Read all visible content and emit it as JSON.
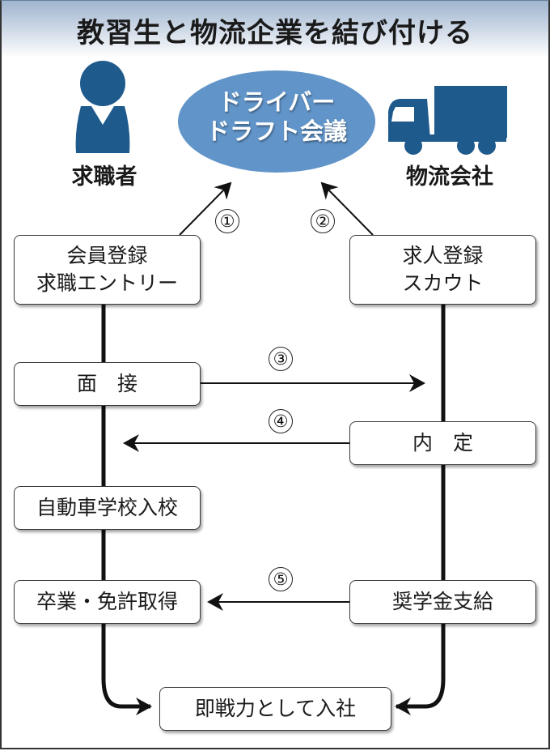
{
  "title": "教習生と物流企業を結び付ける",
  "colors": {
    "icon_blue": "#1f5a8c",
    "ellipse_blue": "#6194c8",
    "line": "#111111"
  },
  "actors": {
    "job_seeker": {
      "label": "求職者",
      "icon": "person-icon"
    },
    "logistics_company": {
      "label": "物流会社",
      "icon": "truck-icon"
    }
  },
  "center": {
    "line1": "ドライバー",
    "line2": "ドラフト会議"
  },
  "steps": {
    "left": [
      {
        "line1": "会員登録",
        "line2": "求職エントリー"
      },
      {
        "line1": "面　接"
      },
      {
        "line1": "自動車学校入校"
      },
      {
        "line1": "卒業・免許取得"
      }
    ],
    "right": [
      {
        "line1": "求人登録",
        "line2": "スカウト"
      },
      {
        "line1": "内　定"
      },
      {
        "line1": "奨学金支給"
      }
    ],
    "final": "即戦力として入社"
  },
  "arrows": [
    {
      "label": "①",
      "from": "会員登録 求職エントリー",
      "to": "ドライバードラフト会議"
    },
    {
      "label": "②",
      "from": "求人登録 スカウト",
      "to": "ドライバードラフト会議"
    },
    {
      "label": "③",
      "from": "面接",
      "to": "物流会社"
    },
    {
      "label": "④",
      "from": "内定",
      "to": "求職者"
    },
    {
      "label": "⑤",
      "from": "奨学金支給",
      "to": "卒業・免許取得"
    }
  ]
}
